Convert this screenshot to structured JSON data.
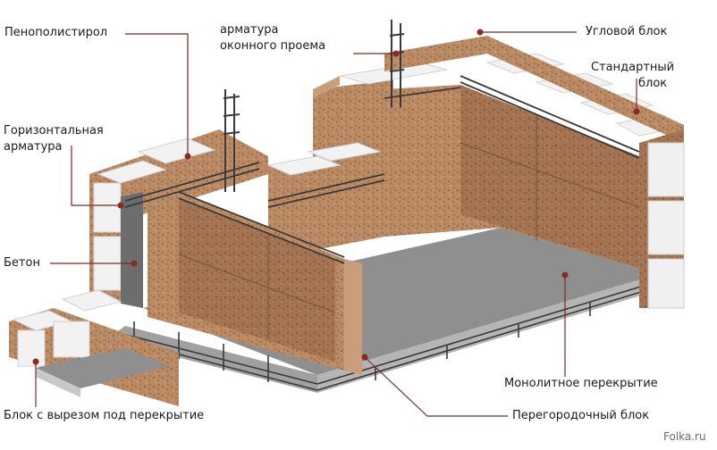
{
  "labels": {
    "polystyrene": "Пенополистирол",
    "window_rebar_line1": "арматура",
    "window_rebar_line2": "оконного проема",
    "corner_block": "Угловой блок",
    "standard_block_line1": "Стандартный",
    "standard_block_line2": "блок",
    "horizontal_rebar_line1": "Горизонтальная",
    "horizontal_rebar_line2": "арматура",
    "concrete": "Бетон",
    "monolithic_slab": "Монолитное перекрытие",
    "partition_block": "Перегородочный блок",
    "cutout_block": "Блок с вырезом под перекрытие"
  },
  "watermark": "Folka.ru",
  "colors": {
    "wood": "#b98a63",
    "wood_dark": "#8e6140",
    "wood_light": "#c99f7b",
    "foam": "#f2f2f2",
    "foam_shadow": "#d8d8d8",
    "concrete": "#8f8f8f",
    "concrete_dark": "#6d6d6d",
    "slab_edge": "#b5b5b5",
    "rebar": "#3a3a3a",
    "leader": "#7a2a22",
    "leader_dot": "#8a2a22"
  }
}
